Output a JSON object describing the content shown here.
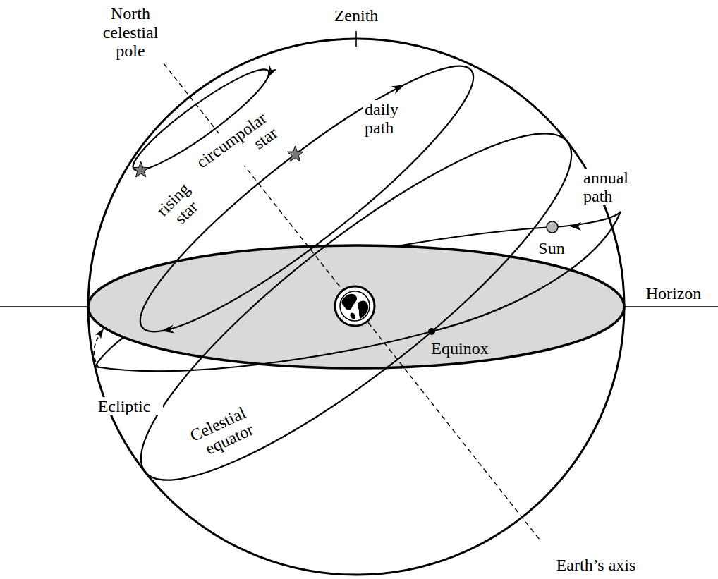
{
  "diagram": {
    "labels": [
      "North celestial pole",
      "Zenith",
      "circumpolar star",
      "daily path",
      "rising star",
      "annual path",
      "Sun",
      "Horizon",
      "Equinox",
      "Ecliptic",
      "Celestial equator",
      "Earth’s axis"
    ]
  }
}
